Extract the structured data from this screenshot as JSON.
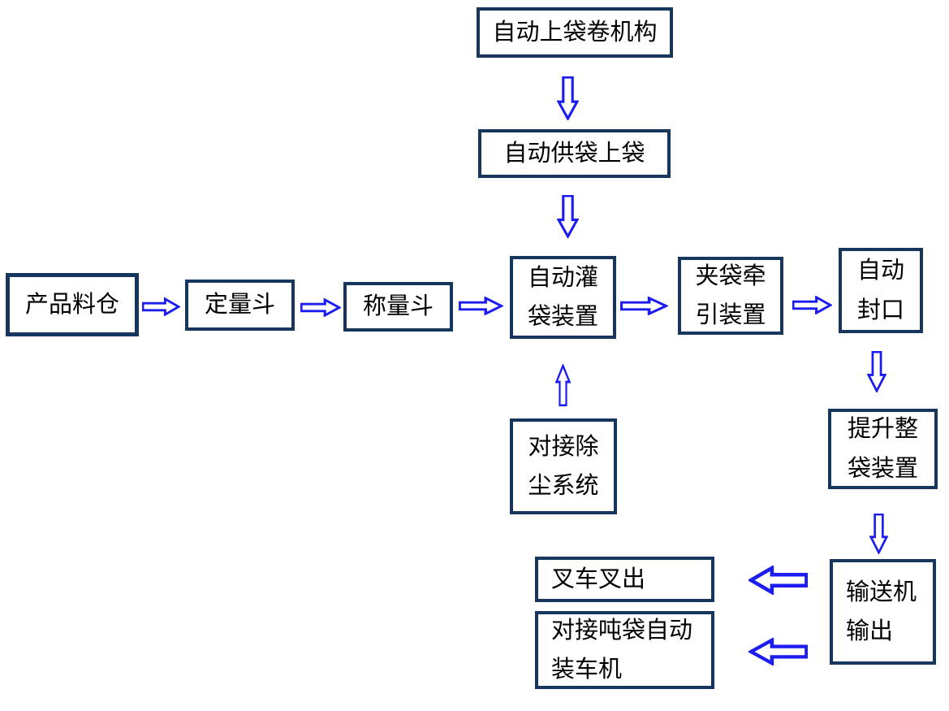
{
  "diagram": {
    "type": "flowchart",
    "background": "#ffffff"
  },
  "colors": {
    "box_border": "#17365d",
    "arrow": "#1c1cf0",
    "text": "#000000",
    "background": "#ffffff"
  },
  "nodes": [
    {
      "id": "auto-bag-roll-mechanism",
      "label": "自动上袋卷机构"
    },
    {
      "id": "auto-bag-supply-loading",
      "label": "自动供袋上袋"
    },
    {
      "id": "product-silo",
      "label": "产品料仓"
    },
    {
      "id": "quantitative-hopper",
      "label": "定量斗"
    },
    {
      "id": "weighing-hopper",
      "label": "称量斗"
    },
    {
      "id": "auto-bag-filling-device",
      "label": "自动灌\n袋装置"
    },
    {
      "id": "bag-clamp-traction-device",
      "label": "夹袋牵\n引装置"
    },
    {
      "id": "auto-sealing",
      "label": "自动\n封口"
    },
    {
      "id": "dust-removal-docking-system",
      "label": "对接除\n尘系统"
    },
    {
      "id": "whole-bag-lifting-device",
      "label": "提升整\n袋装置"
    },
    {
      "id": "conveyor-output",
      "label": "输送机\n输出"
    },
    {
      "id": "forklift-take-out",
      "label": "叉车叉出"
    },
    {
      "id": "ton-bag-auto-truck-loader",
      "label": "对接吨袋自动\n装车机"
    }
  ],
  "connections": [
    {
      "from": "auto-bag-roll-mechanism",
      "to": "auto-bag-supply-loading",
      "direction": "down"
    },
    {
      "from": "auto-bag-supply-loading",
      "to": "auto-bag-filling-device",
      "direction": "down"
    },
    {
      "from": "product-silo",
      "to": "quantitative-hopper",
      "direction": "right"
    },
    {
      "from": "quantitative-hopper",
      "to": "weighing-hopper",
      "direction": "right"
    },
    {
      "from": "weighing-hopper",
      "to": "auto-bag-filling-device",
      "direction": "right"
    },
    {
      "from": "auto-bag-filling-device",
      "to": "bag-clamp-traction-device",
      "direction": "right"
    },
    {
      "from": "bag-clamp-traction-device",
      "to": "auto-sealing",
      "direction": "right"
    },
    {
      "from": "dust-removal-docking-system",
      "to": "auto-bag-filling-device",
      "direction": "up"
    },
    {
      "from": "auto-sealing",
      "to": "whole-bag-lifting-device",
      "direction": "down"
    },
    {
      "from": "whole-bag-lifting-device",
      "to": "conveyor-output",
      "direction": "down"
    },
    {
      "from": "conveyor-output",
      "to": "forklift-take-out",
      "direction": "left"
    },
    {
      "from": "conveyor-output",
      "to": "ton-bag-auto-truck-loader",
      "direction": "left"
    }
  ]
}
